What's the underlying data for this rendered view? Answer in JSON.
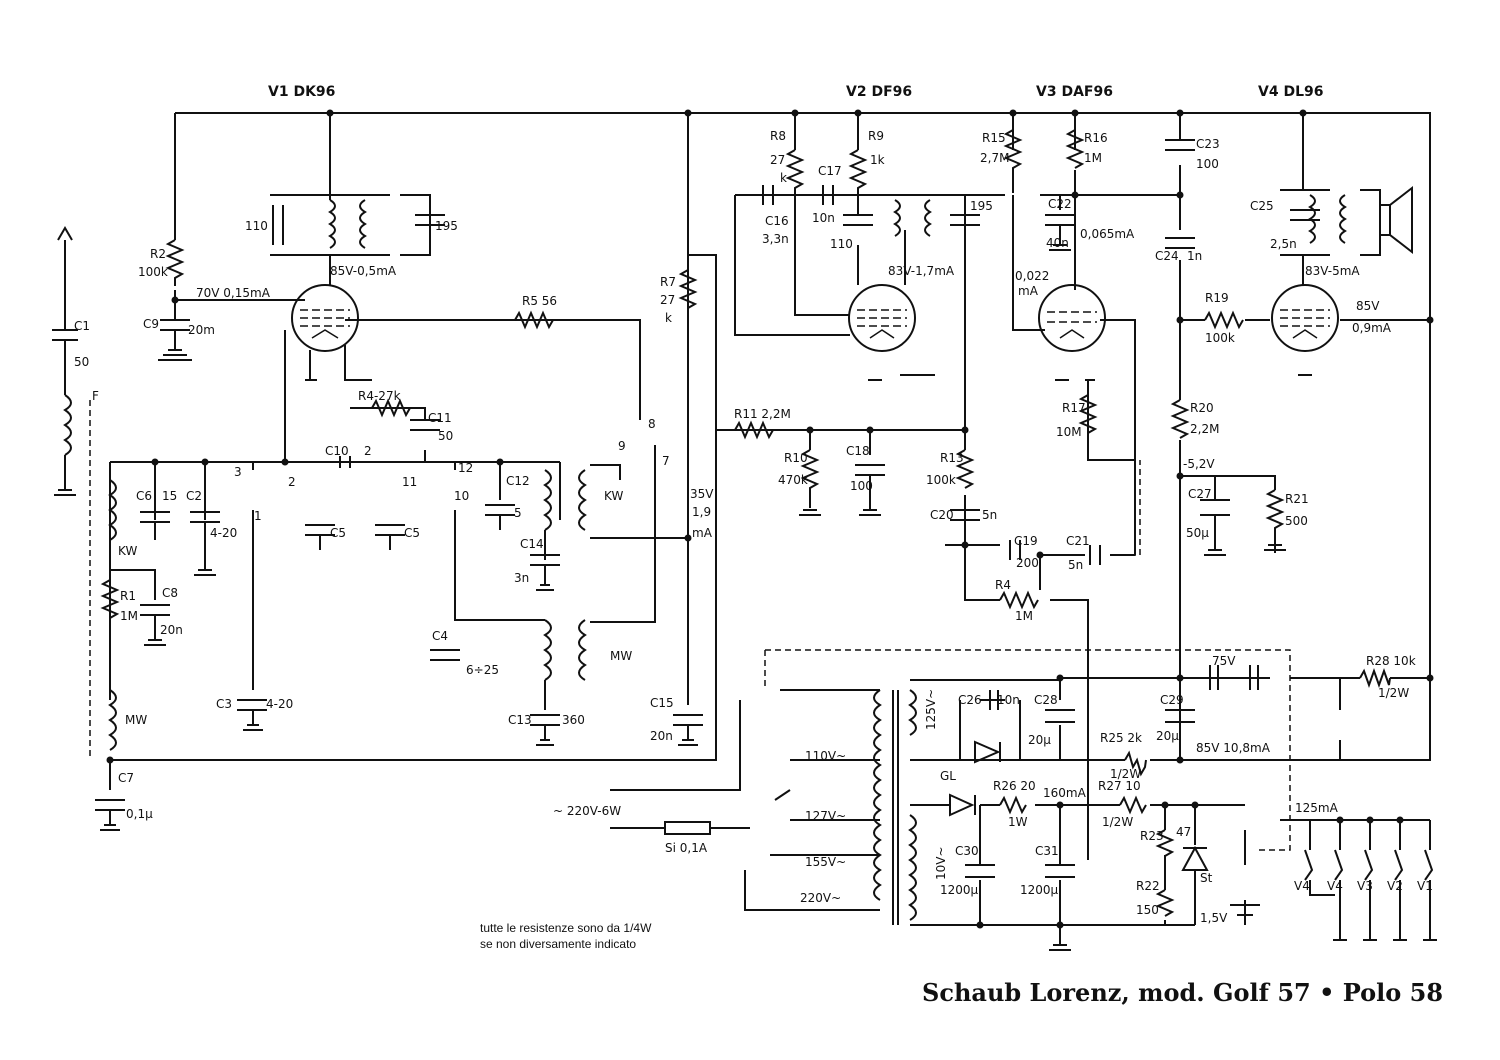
{
  "tubes": [
    {
      "id": "v1",
      "label": "V1 DK96"
    },
    {
      "id": "v2",
      "label": "V2 DF96"
    },
    {
      "id": "v3",
      "label": "V3 DAF96"
    },
    {
      "id": "v4",
      "label": "V4 DL96"
    }
  ],
  "components": {
    "C1": "C1",
    "C1v": "50",
    "F": "F",
    "R2": "R2",
    "R2v": "100k",
    "C9": "C9",
    "C9v": "20m",
    "c110a": "110",
    "c195a": "195",
    "v1op": "85V-0,5mA",
    "v1g": "70V  0,15mA",
    "R5": "R5  56",
    "R4": "R4-27k",
    "C11": "C11",
    "C11v": "50",
    "R7": "R7",
    "R7v": "27",
    "R7k": "k",
    "C10": "C10",
    "C10v": "2",
    "C6": "C6",
    "C6v": "15",
    "C2": "C2",
    "C2v": "4-20",
    "C5a": "C5",
    "C5b": "C5",
    "C12": "C12",
    "C12v": "5",
    "C14": "C14",
    "C14v": "3n",
    "KW1": "KW",
    "KW2": "KW",
    "R1": "R1",
    "R1v": "1M",
    "C8": "C8",
    "C8v": "20n",
    "MW1": "MW",
    "MW2": "MW",
    "C3": "C3",
    "C3v": "4-20",
    "C4": "C4",
    "C4v": "6÷25",
    "C13": "C13",
    "C13v": "360",
    "C15": "C15",
    "C15v": "20n",
    "C7": "C7",
    "C7v": "0,1μ",
    "v35": "35V",
    "v19": "1,9",
    "vmA": "mA",
    "R8": "R8",
    "R8v": "27",
    "R8k": "k",
    "R9": "R9",
    "R9v": "1k",
    "C16": "C16",
    "C16v": "3,3n",
    "C17": "C17",
    "C17v": "10n",
    "c110b": "110",
    "c195b": "195",
    "v2op": "83V-1,7mA",
    "R11": "R11  2,2M",
    "R10": "R10",
    "R10v": "470k",
    "C18": "C18",
    "C18v": "100",
    "R13": "R13",
    "R13v": "100k",
    "C20": "C20",
    "C20v": "5n",
    "C19": "C19",
    "C19v": "200",
    "C21": "C21",
    "C21v": "5n",
    "R4b": "R4",
    "R4bv": "1M",
    "R15": "R15",
    "R15v": "2,7M",
    "R16": "R16",
    "R16v": "1M",
    "C22": "C22",
    "C22v": "40n",
    "i065": "0,065mA",
    "i022": "0,022",
    "i022mA": "mA",
    "R17": "R17",
    "R17v": "10M",
    "C23": "C23",
    "C23v": "100",
    "C24": "C24",
    "C24v": "1n",
    "R19": "R19",
    "R19v": "100k",
    "R20": "R20",
    "R20v": "2,2M",
    "vm52": "-5,2V",
    "C27": "C27",
    "C27v": "50μ",
    "R21": "R21",
    "R21v": "500",
    "C25": "C25",
    "C25v": "2,5n",
    "v4op": "83V-5mA",
    "v4s": "85V",
    "v4si": "0,9mA",
    "R28": "R28  10k",
    "R28w": "1/2W",
    "v75": "75V",
    "C26": "C26",
    "C26v": "10n",
    "C28": "C28",
    "C28v": "20μ",
    "C29": "C29",
    "C29v": "20μ",
    "R25": "R25  2k",
    "R25w": "1/2W",
    "v85": "85V  10,8mA",
    "v125": "125V~",
    "GL": "GL",
    "R26": "R26  20",
    "R26w": "1W",
    "i160": "160mA",
    "R27": "R27  10",
    "R27w": "1/2W",
    "R23": "R23",
    "R23v": "47",
    "C30": "C30",
    "C30v": "1200μ",
    "C31": "C31",
    "C31v": "1200μ",
    "R22": "R22",
    "R22v": "150",
    "St": "St",
    "v15": "1,5V",
    "v10": "10V~",
    "i125": "125mA",
    "t110": "110V~",
    "t127": "127V~",
    "t155": "155V~",
    "t220": "220V~",
    "mains": "~ 220V-6W",
    "fuse": "Si  0,1A"
  },
  "heaters": [
    "V4",
    "V4",
    "V3",
    "V2",
    "V1"
  ],
  "pins": {
    "p1": "1",
    "p2": "2",
    "p3": "3",
    "p7": "7",
    "p8": "8",
    "p9": "9",
    "p10": "10",
    "p11": "11",
    "p12": "12"
  },
  "note": [
    "tutte le resistenze sono da  1/4W",
    "se non diversamente indicato"
  ],
  "footer": "Schaub Lorenz, mod. Golf 57 • Polo 58"
}
